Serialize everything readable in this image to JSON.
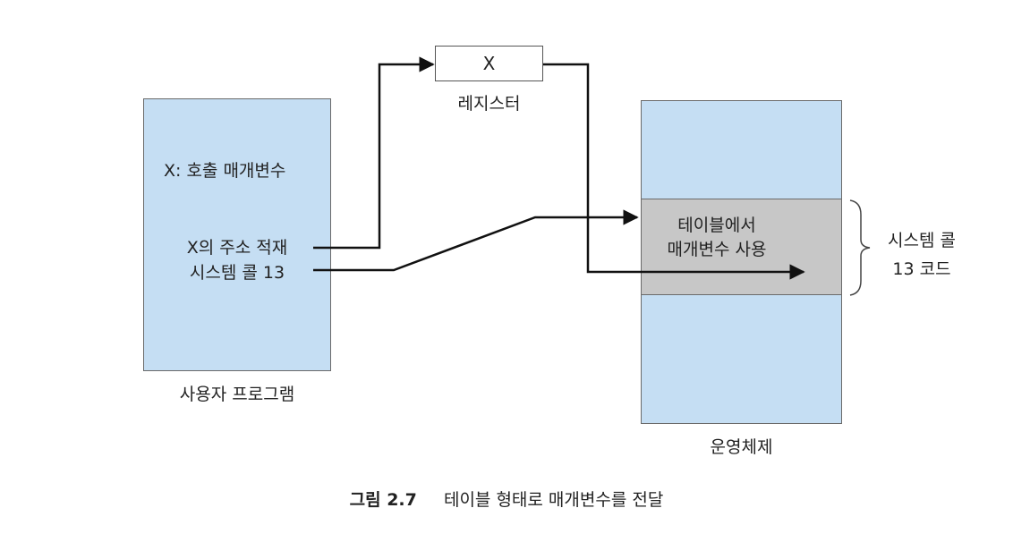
{
  "register": {
    "value": "X",
    "label": "레지스터"
  },
  "user_program": {
    "text_param": "X: 호출 매개변수",
    "text_call_line1": "X의 주소 적재",
    "text_call_line2": "시스템 콜 13",
    "label": "사용자 프로그램"
  },
  "operating_system": {
    "table_line1": "테이블에서",
    "table_line2": "매개변수 사용",
    "label": "운영체제"
  },
  "syscall_brace": {
    "line1": "시스템 콜",
    "line2": "13 코드"
  },
  "caption": {
    "figure_number": "그림 2.7",
    "text": "테이블 형태로 매개변수를 전달"
  },
  "colors": {
    "box_fill": "#c5def3",
    "table_fill": "#c7c7c7",
    "line": "#111111"
  }
}
